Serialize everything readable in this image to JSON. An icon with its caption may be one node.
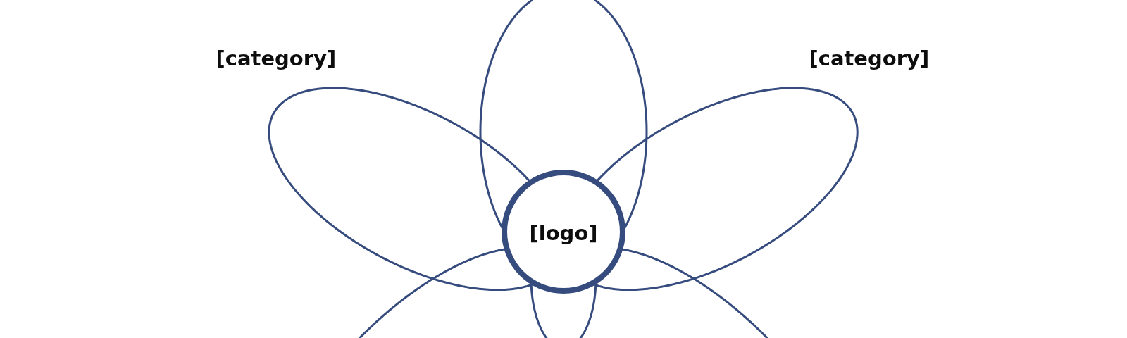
{
  "diagram": {
    "nodes": [
      {
        "text": [
          "[category]"
        ]
      },
      {
        "text": [],
        "shape": "ellipse"
      },
      {
        "text": [
          "[category]"
        ]
      },
      {
        "text": [
          "[logo]"
        ]
      },
      {
        "text": [],
        "shape": "ellipse"
      },
      {
        "text": [],
        "shape": "ellipse"
      },
      {
        "text": [],
        "shape": "ellipse"
      }
    ]
  }
}
